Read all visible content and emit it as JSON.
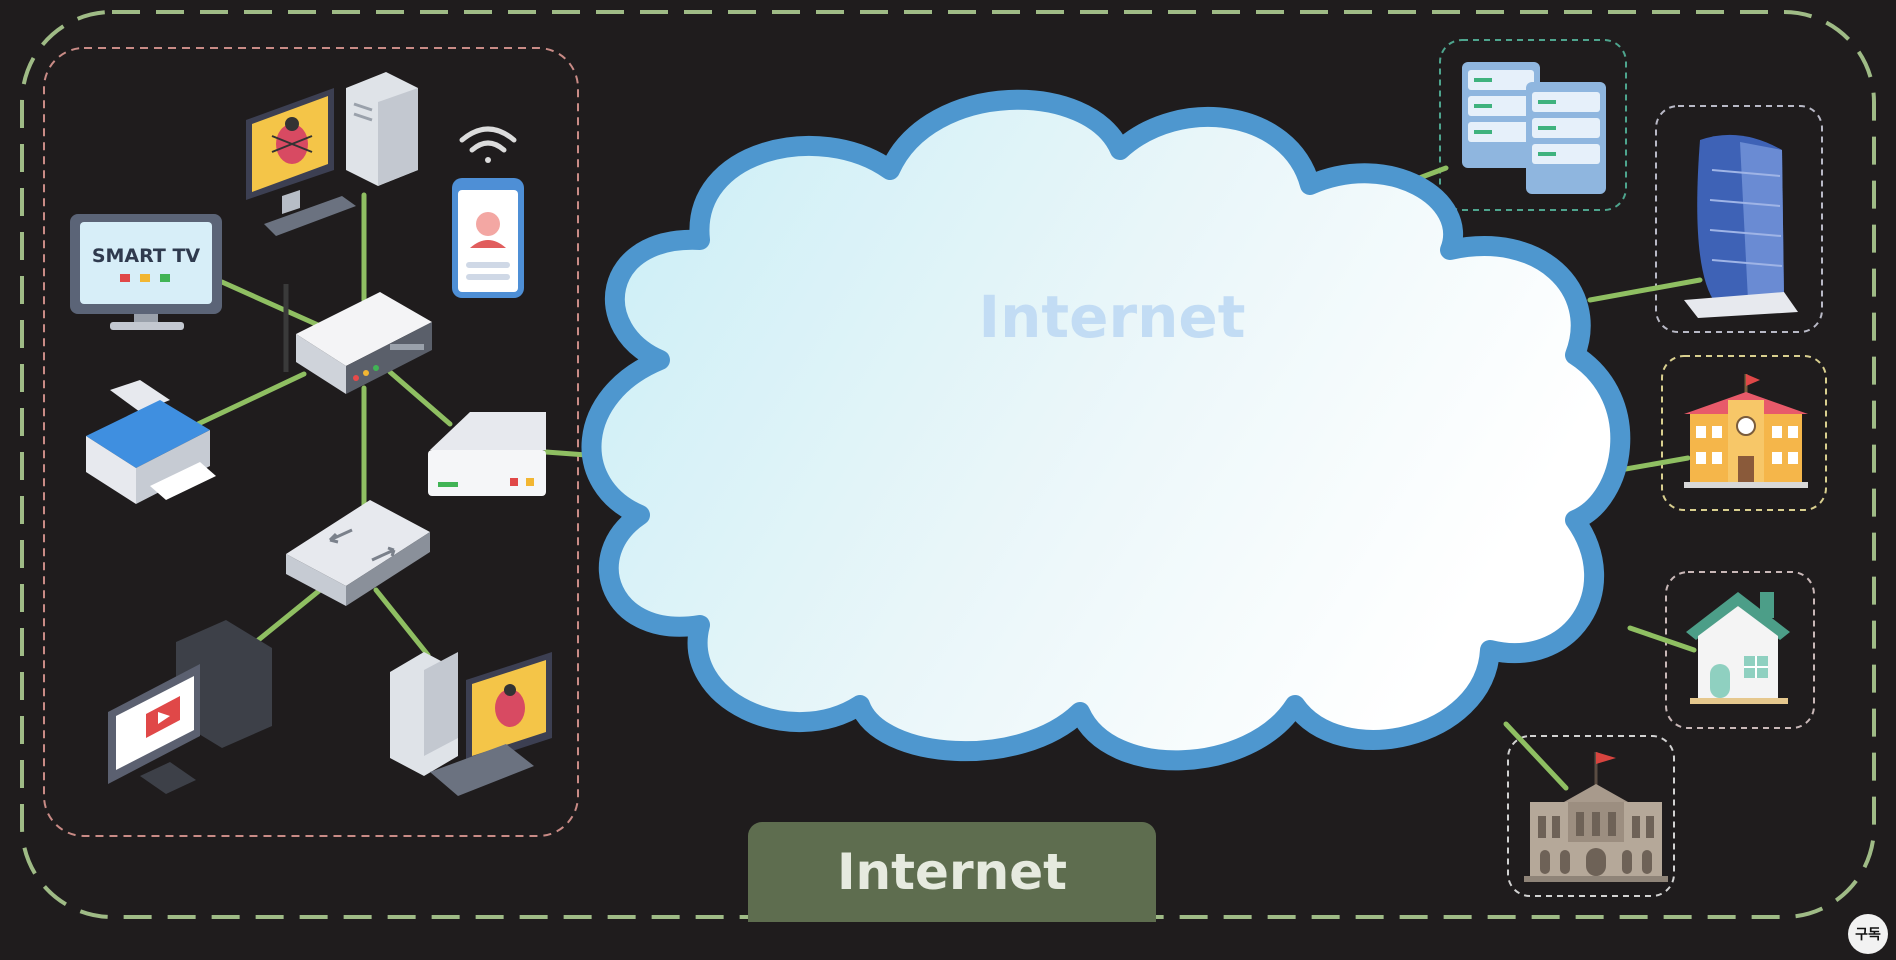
{
  "diagram": {
    "cloud_label": "Internet",
    "bottom_label": "Internet",
    "smart_tv_label": "SMART TV",
    "badge_text": "구독"
  },
  "nodes": {
    "left_network": [
      "computer-with-bug",
      "smartphone",
      "smart-tv",
      "wifi-router",
      "printer",
      "modem",
      "network-switch",
      "media-computer",
      "second-computer-with-bug"
    ],
    "right_network": [
      "server-rack",
      "office-tower",
      "school",
      "house",
      "government-building"
    ]
  },
  "colors": {
    "background": "#1f1c1d",
    "outer_border": "#9fbb86",
    "link": "#8fbf62",
    "cloud_outline": "#4e97cf",
    "label_box": "#5e6d4f"
  }
}
